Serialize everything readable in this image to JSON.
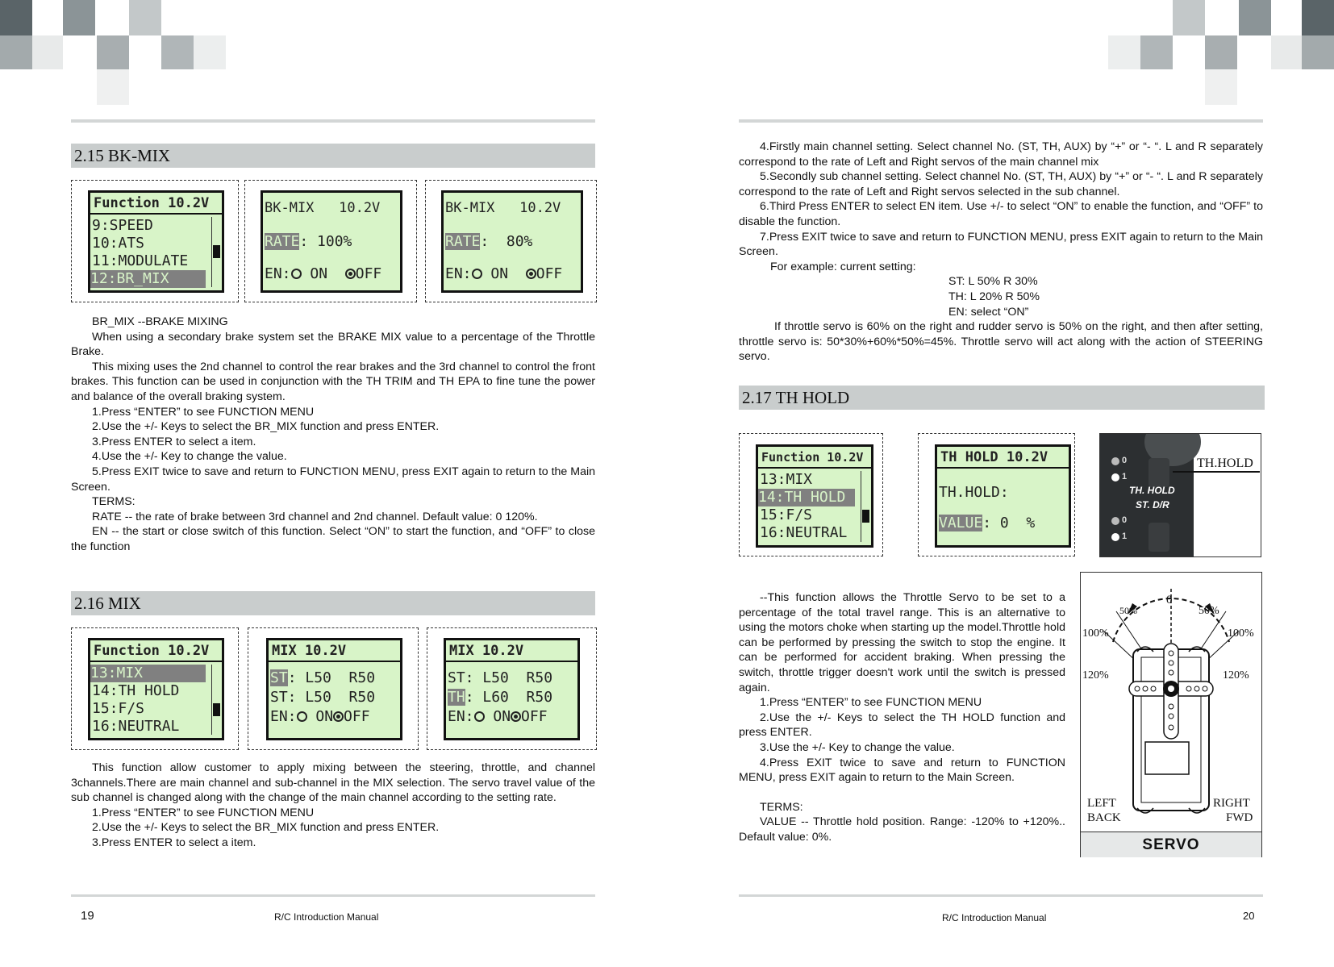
{
  "left": {
    "sec215": "2.15 BK-MIX",
    "bk_lcd1": {
      "hdr": "Function  10.2V",
      "rows": [
        "9:SPEED",
        "10:ATS",
        "11:MODULATE",
        "12:BR_MIX"
      ]
    },
    "bk_lcd2": {
      "hdr": "BK-MIX   10.2V",
      "rate_label": "RATE",
      "rate_val": ": 100%",
      "en": "EN:",
      "on": "ON",
      "off": "OFF"
    },
    "bk_lcd3": {
      "hdr": "BK-MIX   10.2V",
      "rate_label": "RATE",
      "rate_val": ":  80%",
      "en": "EN:",
      "on": "ON",
      "off": "OFF"
    },
    "bk_text": [
      "BR_MIX --BRAKE MIXING",
      "When using a secondary brake system set the BRAKE MIX value to a percentage of the Throttle Brake.",
      "This mixing uses the 2nd channel to control the rear brakes and the 3rd channel to control the front brakes. This function can be used in conjunction with the TH TRIM and TH EPA to fine tune the power and balance of the overall braking system.",
      "1.Press “ENTER” to see FUNCTION MENU",
      "2.Use the +/- Keys to select the BR_MIX function and press ENTER.",
      "3.Press ENTER to select a item.",
      "4.Use the +/- Key to change the value.",
      "5.Press EXIT twice to save and return to FUNCTION MENU, press EXIT again to return to the Main Screen.",
      "TERMS:",
      "RATE -- the rate of brake between 3rd channel and 2nd channel. Default value: 0 120%.",
      "EN  -- the start or close switch of this function. Select “ON” to start the function, and “OFF” to close the function"
    ],
    "sec216": "2.16 MIX",
    "mix_lcd1": {
      "hdr": "Function  10.2V",
      "rows": [
        "13:MIX",
        "14:TH HOLD",
        "15:F/S",
        "16:NEUTRAL"
      ]
    },
    "mix_lcd2": {
      "hdr": "MIX     10.2V",
      "r1a": "ST",
      "r1b": ": L50  R50",
      "r2": "ST: L50  R50",
      "en": "EN:",
      "on": "ON",
      "off": "OFF"
    },
    "mix_lcd3": {
      "hdr": "MIX     10.2V",
      "r1": "ST: L50  R50",
      "r2a": "TH",
      "r2b": ": L60  R50",
      "en": "EN:",
      "on": "ON",
      "off": "OFF"
    },
    "mix_text": [
      "This function allow customer to apply mixing between the steering, throttle, and channel 3channels.There are main channel and sub-channel in the MIX selection. The servo travel value of the sub channel is changed along with the change of the main channel according to the setting rate.",
      "1.Press “ENTER” to see FUNCTION MENU",
      "2.Use the +/- Keys to select the BR_MIX function and press ENTER.",
      "3.Press ENTER to select a item."
    ],
    "page": "19",
    "footer": "R/C Introduction  Manual"
  },
  "right": {
    "mix_cont": [
      "4.Firstly main channel setting. Select channel No. (ST, TH, AUX) by “+” or “- “. L and R separately correspond to the rate of Left and Right servos of the main channel mix",
      "5.Secondly sub channel setting. Select channel No. (ST, TH, AUX) by “+” or “- “. L and R separately correspond to the rate of Left and Right servos selected in the sub channel.",
      "6.Third Press ENTER to select EN item. Use +/- to select “ON” to enable the function, and “OFF” to disable the function.",
      "7.Press EXIT twice to save and return to FUNCTION MENU, press EXIT again to return to the Main Screen.",
      "For example: current setting:",
      "ST:  L 50%  R 30%",
      "TH: L 20%  R 50%",
      "EN: select “ON”",
      "If throttle servo is 60% on the right and rudder servo is 50% on the right, and then after setting, throttle servo is: 50*30%+60%*50%=45%. Throttle servo will act along with the action of STEERING servo."
    ],
    "sec217": "2.17 TH HOLD",
    "th_lcd1": {
      "hdr": "Function  10.2V",
      "rows": [
        "13:MIX",
        "14:TH HOLD",
        "15:F/S",
        "16:NEUTRAL"
      ]
    },
    "th_lcd2": {
      "hdr": "TH HOLD  10.2V",
      "r1": "TH.HOLD:",
      "val_label": "VALUE",
      "val": ": 0  %"
    },
    "switch_photo": {
      "callout": "TH.HOLD",
      "label1": "TH. HOLD",
      "label2": "ST. D/R",
      "pos0": "0",
      "pos1": "1"
    },
    "th_text": [
      "--This function allows the Throttle Servo to be set to a percentage of the total travel range. This is an alternative to using the motors choke when starting up the model.Throttle hold can be performed by pressing the switch to stop the engine. It can be performed for accident braking. When pressing the switch, throttle trigger doesn't work until the switch is pressed again.",
      "1.Press “ENTER” to see FUNCTION MENU",
      "2.Use the +/- Keys to select the TH HOLD function and press ENTER.",
      "3.Use the +/- Key to change the value.",
      "4.Press EXIT twice to save and return to FUNCTION MENU, press EXIT again to return to the Main Screen.",
      "TERMS:",
      "VALUE -- Throttle hold position. Range: -120% to +120%.. Default value: 0%."
    ],
    "servo": {
      "zero": "0",
      "l50": "50%",
      "r50": "50%",
      "l100": "100%",
      "r100": "100%",
      "l120": "120%",
      "r120": "120%",
      "left": "LEFT",
      "back": "BACK",
      "right": "RIGHT",
      "fwd": "FWD",
      "title": "SERVO"
    },
    "page": "20",
    "footer": "R/C Introduction  Manual"
  }
}
